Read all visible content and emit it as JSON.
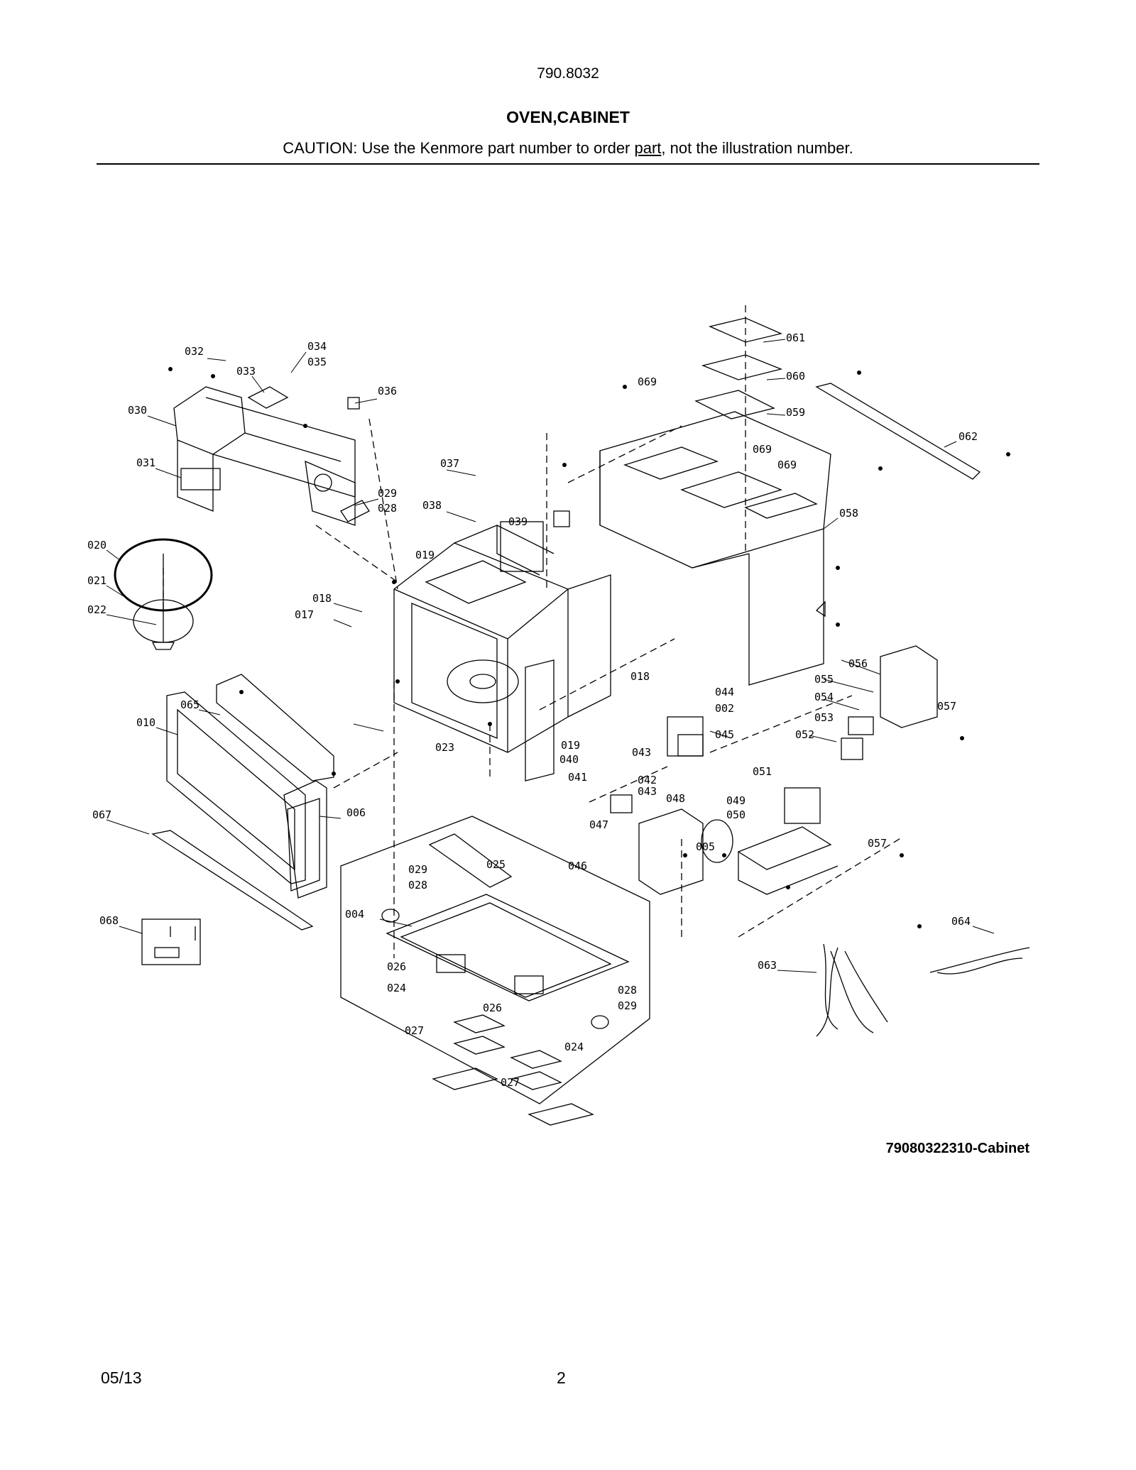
{
  "header": {
    "model_number": "790.8032",
    "title": "OVEN,CABINET",
    "caution_prefix": "CAUTION: Use the Kenmore part number to order ",
    "caution_link": "part",
    "caution_suffix": ", not the illustration number."
  },
  "diagram": {
    "labels": [
      "032",
      "034",
      "035",
      "033",
      "036",
      "030",
      "031",
      "029",
      "028",
      "037",
      "038",
      "039",
      "020",
      "021",
      "022",
      "019",
      "018",
      "017",
      "061",
      "069",
      "060",
      "059",
      "062",
      "069",
      "069",
      "058",
      "018",
      "056",
      "055",
      "054",
      "053",
      "052",
      "057",
      "044",
      "002",
      "045",
      "051",
      "049",
      "050",
      "057",
      "005",
      "048",
      "047",
      "046",
      "043",
      "042",
      "043",
      "019",
      "040",
      "041",
      "023",
      "065",
      "010",
      "006",
      "067",
      "029",
      "028",
      "025",
      "004",
      "026",
      "024",
      "026",
      "027",
      "024",
      "027",
      "028",
      "029",
      "068",
      "064",
      "063"
    ]
  },
  "footer": {
    "figure_id": "79080322310-Cabinet",
    "date": "05/13",
    "page_number": "2"
  }
}
